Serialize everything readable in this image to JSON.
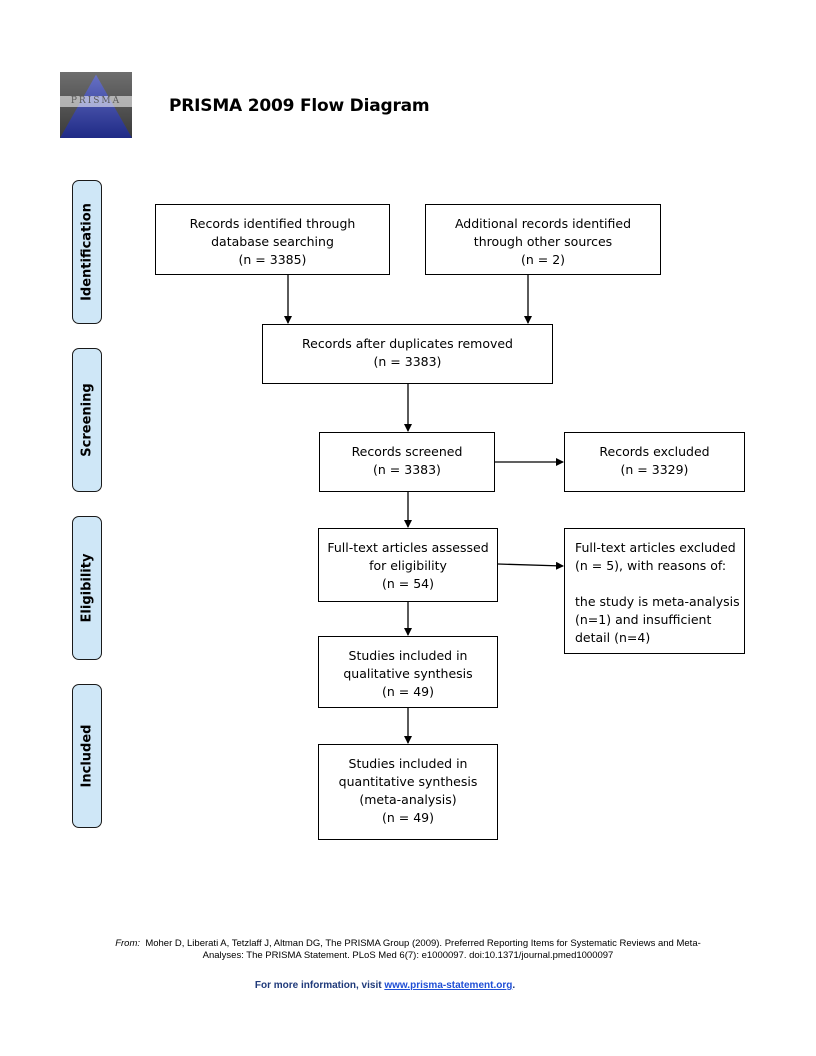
{
  "header": {
    "logo_text": "PRISMA",
    "title": "PRISMA 2009 Flow Diagram"
  },
  "phases": [
    "Identification",
    "Screening",
    "Eligibility",
    "Included"
  ],
  "boxes": {
    "db_search": [
      "Records identified through",
      "database searching",
      "(n = 3385)"
    ],
    "other_sources": [
      "Additional records identified",
      "through other sources",
      "(n = 2)"
    ],
    "dup_removed": [
      "Records after duplicates removed",
      "(n = 3383)"
    ],
    "screened": [
      "Records screened",
      "(n = 3383)"
    ],
    "excluded": [
      "Records excluded",
      "(n = 3329)"
    ],
    "fulltext": [
      "Full-text articles assessed",
      "for eligibility",
      "(n = 54)"
    ],
    "fulltext_excluded": [
      "Full-text articles excluded",
      "(n = 5), with reasons of:",
      "",
      "the study is meta-analysis",
      "(n=1) and insufficient",
      "detail (n=4)"
    ],
    "qualitative": [
      "Studies included in",
      "qualitative synthesis",
      "(n = 49)"
    ],
    "quantitative": [
      "Studies included in",
      "quantitative synthesis",
      "(meta-analysis)",
      "(n = 49)"
    ]
  },
  "footer": {
    "from_label": "From:",
    "citation_line1": "Moher D, Liberati A, Tetzlaff J, Altman DG, The PRISMA Group (2009). Preferred Reporting Items for Systematic Reviews and Meta-",
    "citation_line2": "Analyses: The PRISMA Statement. PLoS Med 6(7): e1000097. doi:10.1371/journal.pmed1000097",
    "more_info_prefix": "For more information, visit ",
    "more_info_link": "www.prisma-statement.org",
    "more_info_suffix": "."
  }
}
